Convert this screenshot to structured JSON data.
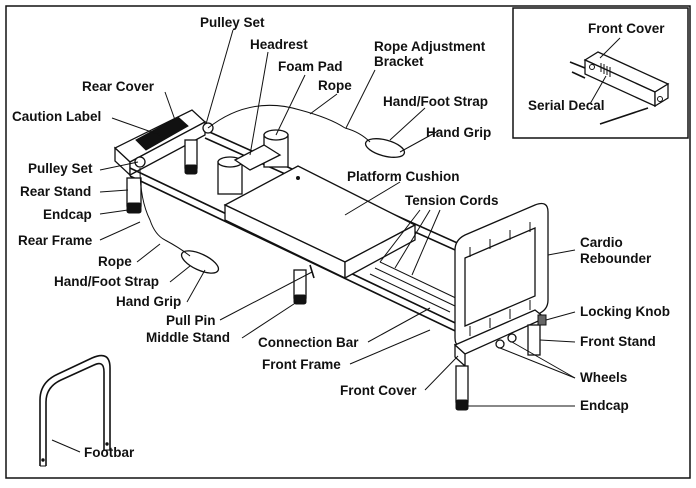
{
  "labels": {
    "pulley_set_top": "Pulley Set",
    "headrest": "Headrest",
    "foam_pad": "Foam Pad",
    "rope_top": "Rope",
    "rope_adjustment_bracket_1": "Rope Adjustment",
    "rope_adjustment_bracket_2": "Bracket",
    "hand_foot_strap_top": "Hand/Foot Strap",
    "hand_grip_top": "Hand Grip",
    "rear_cover": "Rear Cover",
    "caution_label": "Caution Label",
    "pulley_set_left": "Pulley Set",
    "rear_stand": "Rear Stand",
    "endcap_left": "Endcap",
    "rear_frame": "Rear Frame",
    "rope_left": "Rope",
    "hand_foot_strap_left": "Hand/Foot Strap",
    "hand_grip_left": "Hand Grip",
    "pull_pin": "Pull Pin",
    "middle_stand": "Middle Stand",
    "platform_cushion": "Platform Cushion",
    "tension_cords": "Tension Cords",
    "cardio_rebounder_1": "Cardio",
    "cardio_rebounder_2": "Rebounder",
    "locking_knob": "Locking Knob",
    "front_stand": "Front Stand",
    "wheels": "Wheels",
    "endcap_right": "Endcap",
    "connection_bar": "Connection Bar",
    "front_frame": "Front Frame",
    "front_cover_bottom": "Front Cover",
    "footbar": "Footbar",
    "inset_front_cover": "Front Cover",
    "inset_serial_decal": "Serial Decal"
  }
}
